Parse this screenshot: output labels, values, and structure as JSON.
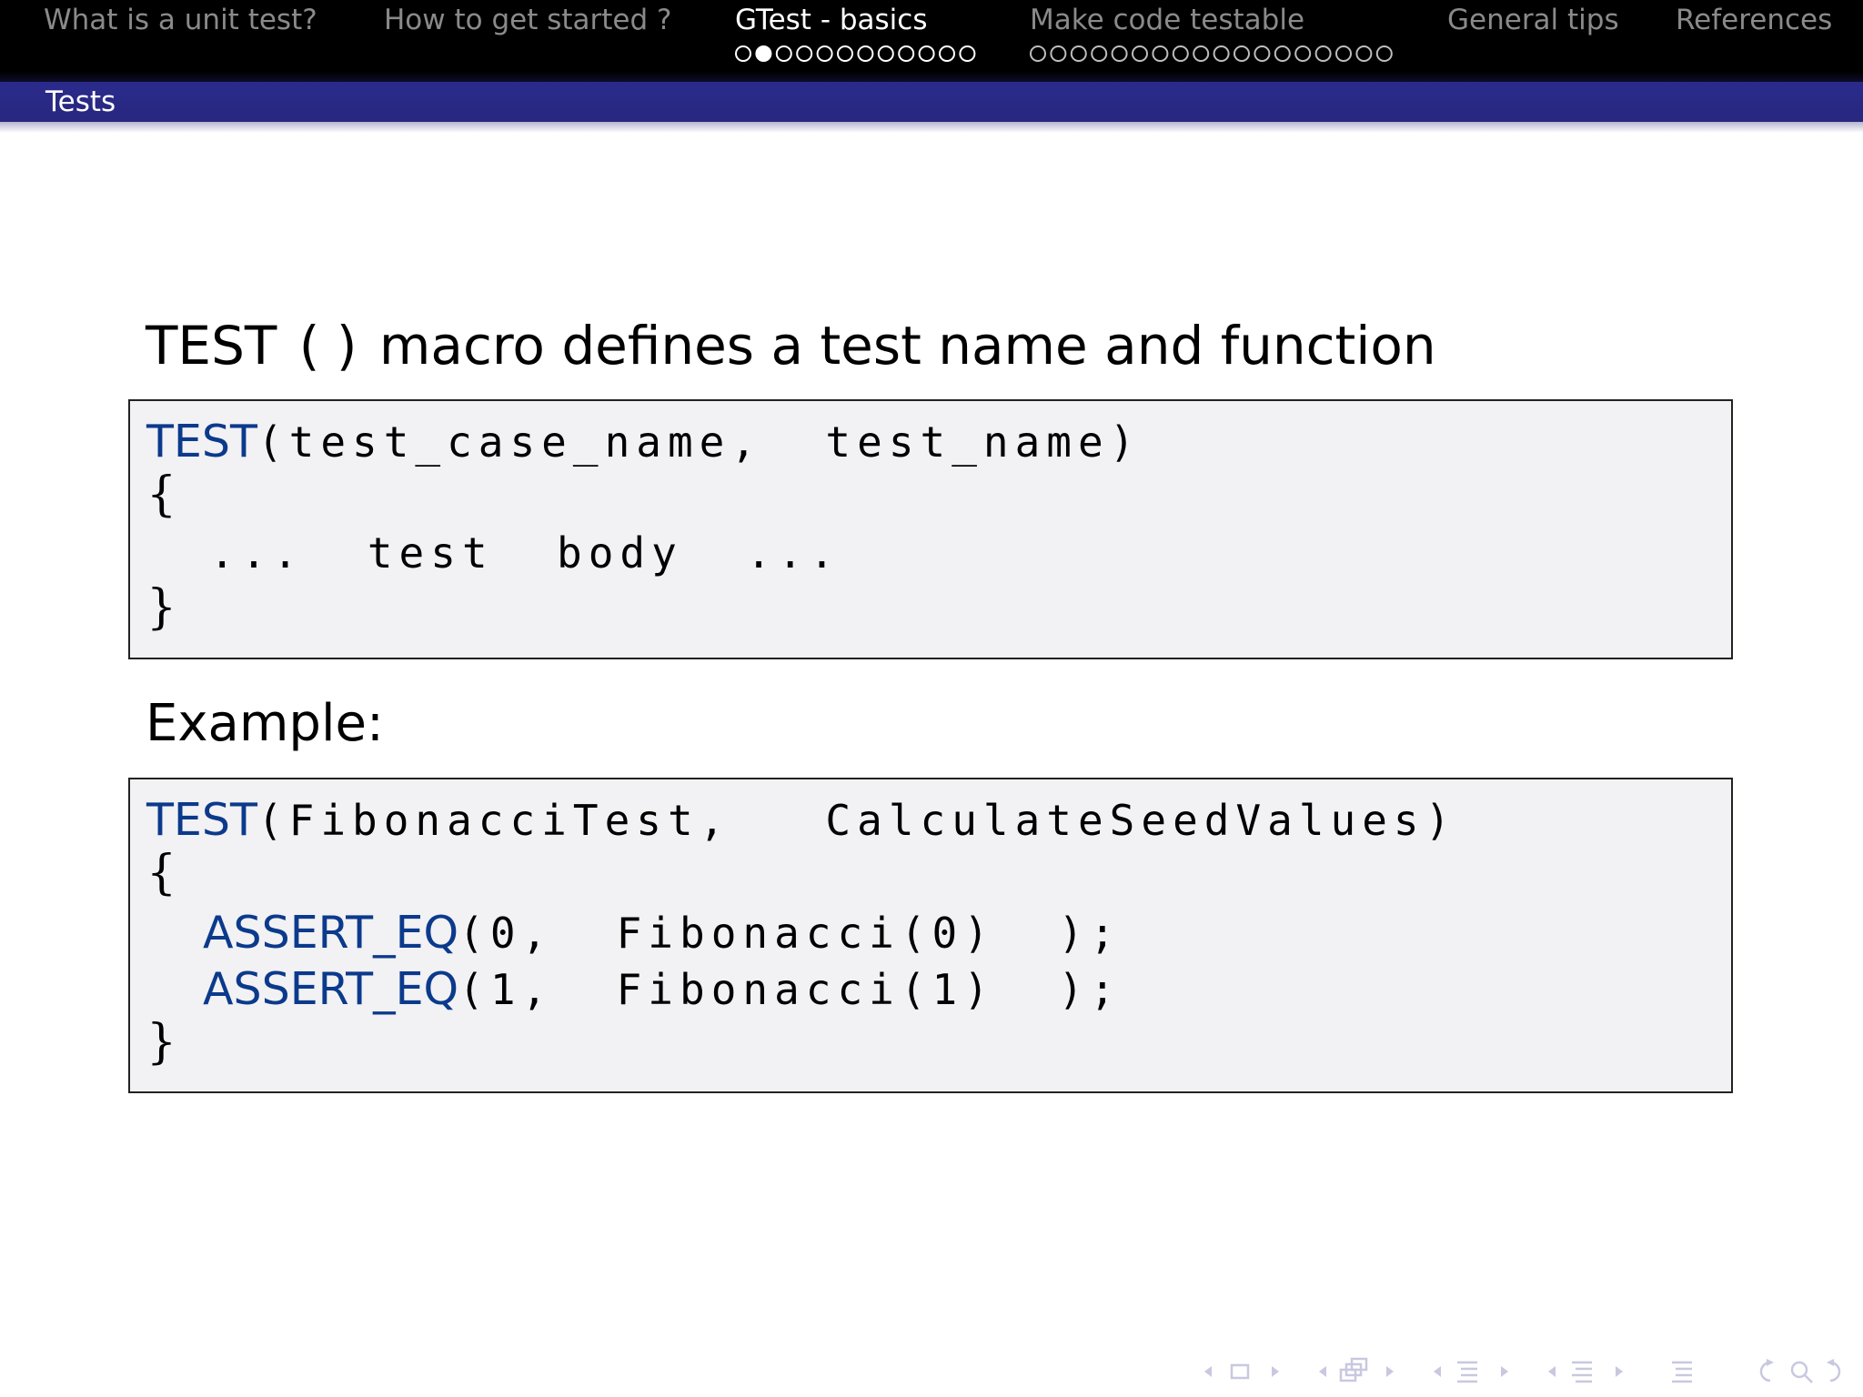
{
  "nav": {
    "sections": [
      {
        "label": "What is a unit test?",
        "dots": 0,
        "filled": -1,
        "current": false
      },
      {
        "label": "How to get started ?",
        "dots": 0,
        "filled": -1,
        "current": false
      },
      {
        "label": "GTest - basics",
        "dots": 12,
        "filled": 1,
        "current": true
      },
      {
        "label": "Make code testable",
        "dots": 18,
        "filled": -1,
        "current": false
      },
      {
        "label": "General tips",
        "dots": 0,
        "filled": -1,
        "current": false
      },
      {
        "label": "References",
        "dots": 0,
        "filled": -1,
        "current": false
      }
    ],
    "subsection": "Tests"
  },
  "slide": {
    "heading_pre": "TEST",
    "heading_paren": "( )",
    "heading_post": "macro defines a test name and function",
    "box1": {
      "kw": "TEST",
      "line1_rest": "(test_case_name,  test_name)",
      "open": "{",
      "body": "  ...  test  body  ...",
      "close": "}"
    },
    "example_label": "Example:",
    "box2": {
      "kw": "TEST",
      "line1_rest": "(FibonacciTest,   CalculateSeedValues)",
      "open": "{",
      "assert_kw": "ASSERT_EQ",
      "assert1_rest": "(0,  Fibonacci(0)  );",
      "assert2_rest": "(1,  Fibonacci(1)  );",
      "close": "}"
    }
  },
  "colors": {
    "keyword": "#0b3a8c",
    "subbar": "#2a2a8c",
    "code_bg": "#f2f1f3",
    "nav_inactive": "#8a8a8a"
  },
  "nav_symbols": [
    "prev-frame",
    "frame",
    "next-frame",
    "prev-subsection",
    "subsection",
    "next-subsection",
    "prev-section",
    "section",
    "next-section",
    "prev-part",
    "part",
    "next-part",
    "appendix",
    "back",
    "search",
    "forward"
  ]
}
